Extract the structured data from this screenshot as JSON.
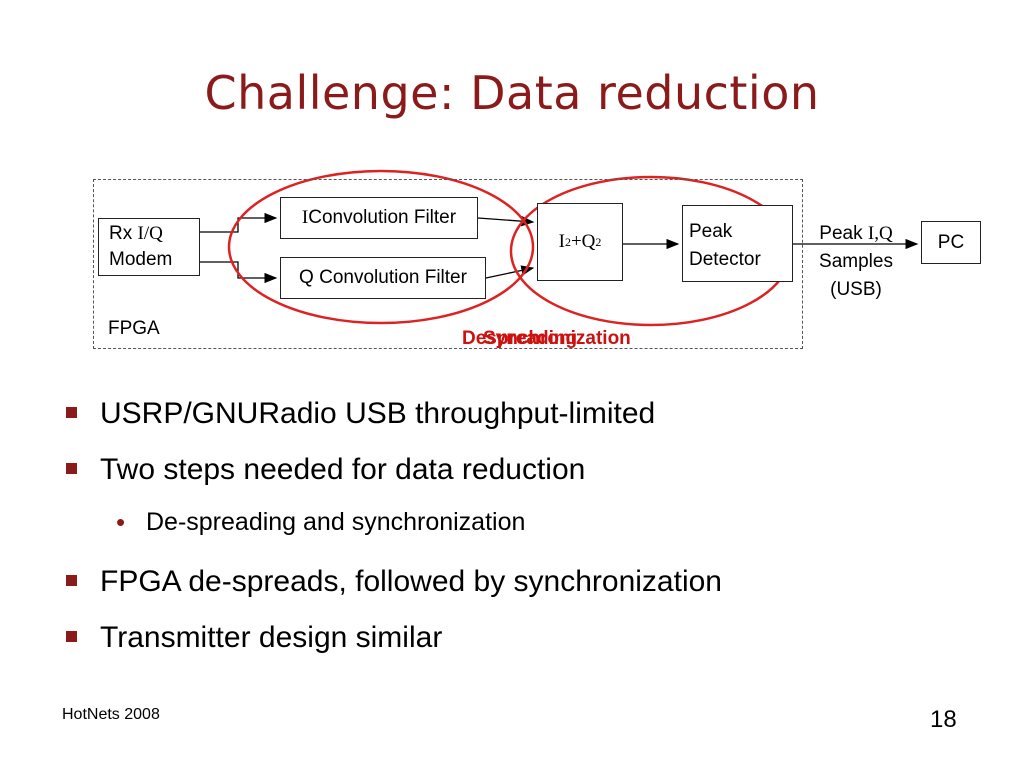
{
  "slide": {
    "title": "Challenge: Data reduction",
    "page_number": "18",
    "footer": "HotNets 2008"
  },
  "diagram": {
    "rx_modem": {
      "line1_prefix": "Rx ",
      "line1_serif": "I/Q",
      "line2": "Modem"
    },
    "i_filter": {
      "serif_prefix": "I",
      "text": " Convolution Filter"
    },
    "q_filter": {
      "text": "Q Convolution Filter"
    },
    "i2q2": {
      "i": "I",
      "sup1": "2",
      "plus_q": "+Q",
      "sup2": "2"
    },
    "peak_detector": {
      "line1": "Peak",
      "line2": "Detector"
    },
    "peak_output": {
      "line1_prefix": "Peak ",
      "line1_serif": "I,Q",
      "line2": "Samples",
      "line3": "(USB)"
    },
    "pc": "PC",
    "fpga": "FPGA",
    "despreading_label": "Despreading",
    "synchronization_label": "Synchronization",
    "highlight_color": "#dd2222",
    "box_color": "#222222"
  },
  "bullets": [
    {
      "text": "USRP/GNURadio USB throughput-limited"
    },
    {
      "text": "Two steps needed for data reduction"
    },
    {
      "text": "De-spreading and synchronization",
      "sub": true
    },
    {
      "text": "FPGA de-spreads, followed by synchronization"
    },
    {
      "text": "Transmitter design similar"
    }
  ],
  "theme": {
    "title_color": "#8b1a1a",
    "bullet_color": "#8b1a1a"
  }
}
